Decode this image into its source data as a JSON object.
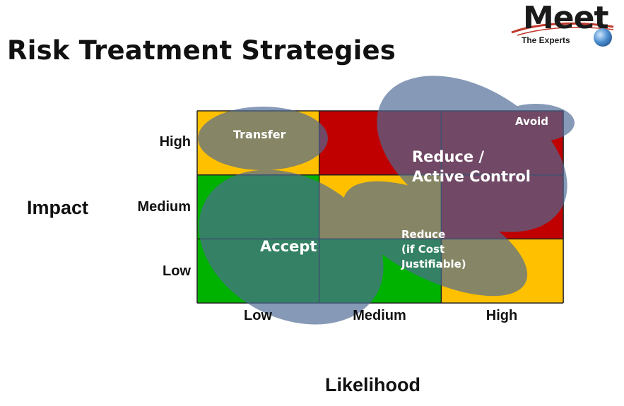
{
  "title": "Risk Treatment Strategies",
  "logo": {
    "main": "Meet",
    "sub": "The Experts"
  },
  "y_axis": {
    "title": "Impact",
    "levels": [
      "High",
      "Medium",
      "Low"
    ]
  },
  "x_axis": {
    "title": "Likelihood",
    "levels": [
      "Low",
      "Medium",
      "High"
    ]
  },
  "colors": {
    "green": "#00b200",
    "yellow": "#ffc000",
    "red": "#c00000",
    "ellipse": "#4d6a96",
    "grid_line": "#222222"
  },
  "cells": [
    [
      "yellow",
      "red",
      "red"
    ],
    [
      "green",
      "yellow",
      "red"
    ],
    [
      "green",
      "green",
      "yellow"
    ]
  ],
  "strategies": {
    "transfer": "Transfer",
    "avoid": "Avoid",
    "reduce_active": "Reduce /\nActive Control",
    "accept": "Accept",
    "reduce_cost": "Reduce\n(if Cost\nJustifiable)"
  }
}
